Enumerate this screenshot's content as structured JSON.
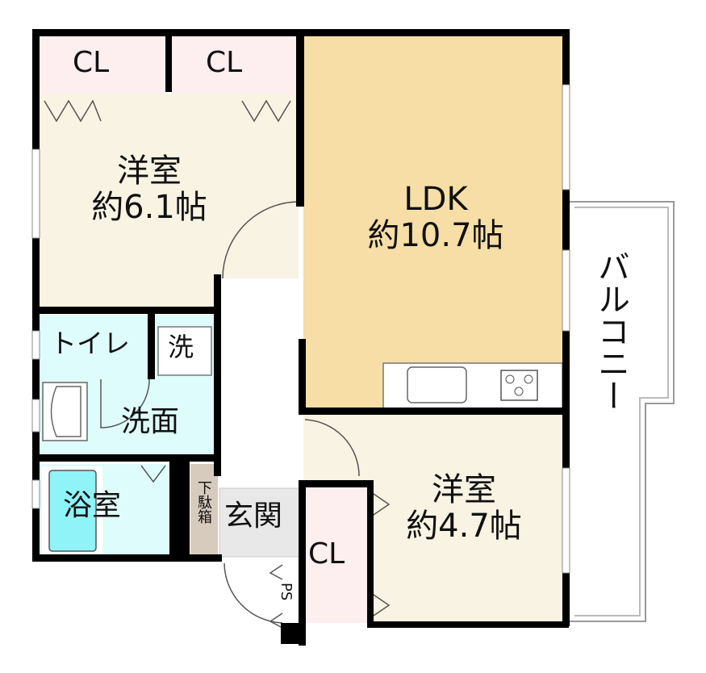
{
  "rooms": {
    "closet_1": "CL",
    "closet_2": "CL",
    "western_1": {
      "name": "洋室",
      "size": "約6.1帖"
    },
    "ldk": {
      "name": "LDK",
      "size": "約10.7帖"
    },
    "balcony": "バルコニー",
    "toilet": "トイレ",
    "washer": "洗",
    "washroom": "洗面",
    "bath": "浴室",
    "shoe_box": "下駄箱",
    "entrance": "玄関",
    "closet_3": "CL",
    "western_2": {
      "name": "洋室",
      "size": "約4.7帖"
    },
    "pipe_space": "PS"
  },
  "colors": {
    "closet": "#fdeef0",
    "western": "#f8f3e2",
    "ldk": "#f6dea6",
    "wet": "#dffcfd",
    "tub": "#8ff3f8",
    "shoe_box": "#d7cbbd",
    "entrance": "#e8e8e8",
    "wall": "#000000"
  }
}
